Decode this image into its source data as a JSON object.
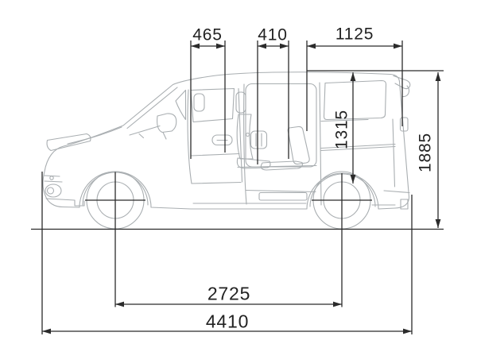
{
  "colors": {
    "dimension_line": "#2b2b2b",
    "vehicle_line": "#a9aeb1",
    "background": "#ffffff"
  },
  "dimensions": {
    "top_left": "465",
    "top_middle": "410",
    "top_right": "1125",
    "interior_height": "1315",
    "overall_height": "1885",
    "wheelbase": "2725",
    "overall_length": "4410"
  }
}
